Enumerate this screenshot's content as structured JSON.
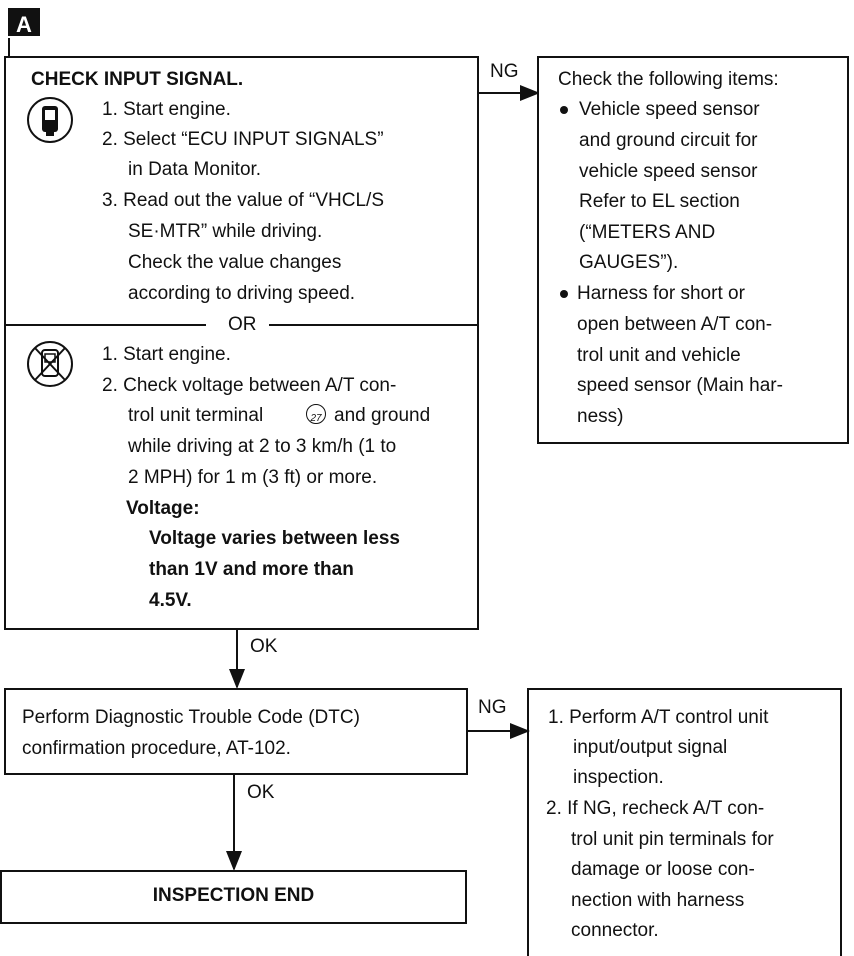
{
  "section_label": "A",
  "step1": {
    "title": "CHECK INPUT SIGNAL.",
    "consult_icon": "consult-tool-icon",
    "consult_steps": [
      "1. Start engine.",
      "2. Select “ECU INPUT SIGNALS”",
      "in Data Monitor.",
      "3. Read out the value of “VHCL/S",
      "SE·MTR” while driving.",
      "Check the value changes",
      "according to driving speed."
    ],
    "or_label": "OR",
    "noconsult_icon": "no-consult-icon",
    "noconsult_steps": [
      "1. Start engine.",
      "2. Check voltage between A/T con-",
      "trol unit terminal",
      "and ground",
      "while driving at 2 to 3 km/h (1 to",
      "2 MPH) for 1 m (3 ft) or more."
    ],
    "terminal_number": "27",
    "voltage_label": "Voltage:",
    "voltage_spec": [
      "Voltage varies between less",
      "than 1V and more than",
      "4.5V."
    ]
  },
  "ng1": {
    "label": "NG",
    "heading": "Check the following items:",
    "bullet1": [
      "Vehicle speed sensor",
      "and ground circuit for",
      "vehicle speed sensor",
      "Refer to EL section",
      "(“METERS AND",
      "GAUGES”)."
    ],
    "bullet2": [
      "Harness for short or",
      "open between A/T con-",
      "trol unit and vehicle",
      "speed sensor (Main har-",
      "ness)"
    ]
  },
  "ok1": {
    "label": "OK"
  },
  "step2": {
    "lines": [
      "Perform Diagnostic Trouble Code (DTC)",
      "confirmation procedure, AT-102."
    ]
  },
  "ng2": {
    "label": "NG",
    "lines": [
      "1. Perform A/T control unit",
      "input/output signal",
      "inspection.",
      "2. If NG, recheck A/T con-",
      "trol unit pin terminals for",
      "damage or loose con-",
      "nection with harness",
      "connector."
    ]
  },
  "ok2": {
    "label": "OK"
  },
  "end": {
    "label": "INSPECTION END"
  }
}
